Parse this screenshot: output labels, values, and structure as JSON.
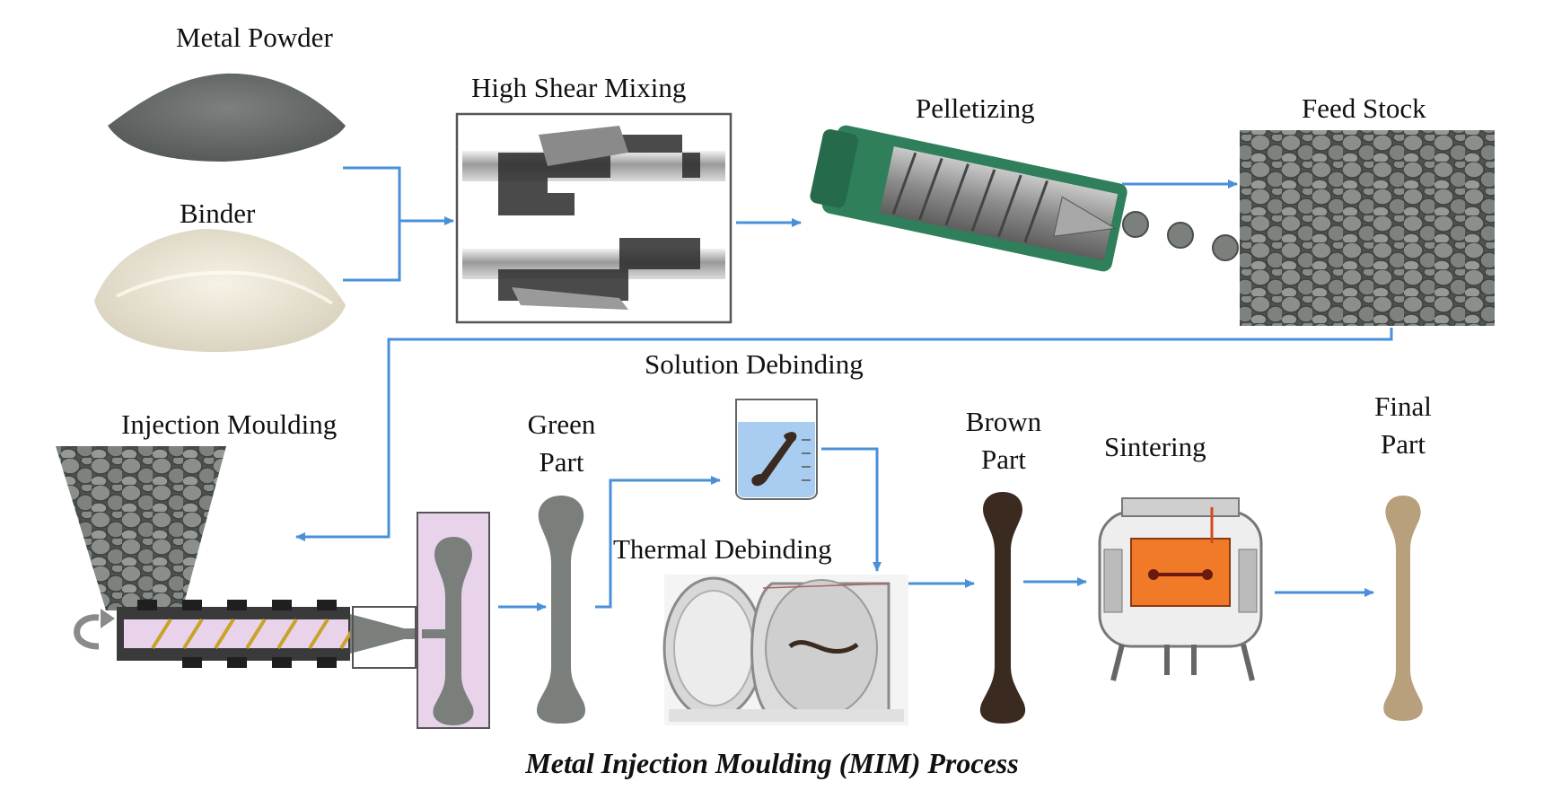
{
  "labels": {
    "metal_powder": "Metal Powder",
    "binder": "Binder",
    "high_shear_mixing": "High  Shear Mixing",
    "pelletizing": "Pelletizing",
    "feed_stock": "Feed Stock",
    "injection_moulding": "Injection Moulding",
    "green_part": [
      "Green",
      "Part"
    ],
    "solution_debinding": "Solution Debinding",
    "thermal_debinding": "Thermal Debinding",
    "brown_part": [
      "Brown",
      "Part"
    ],
    "sintering": "Sintering",
    "final_part": [
      "Final",
      "Part"
    ]
  },
  "title": "Metal Injection Moulding (MIM) Process",
  "colors": {
    "arrow": "#4a90d9",
    "metal_powder": "#6e7270",
    "binder": "#e9e4d6",
    "pellet": "#7b807c",
    "pelletizer_housing": "#2f7f5a",
    "mould": "#e8d3ea",
    "screw_flight": "#c9a227",
    "green_part": "#7a7f7b",
    "brown_part": "#3a2a20",
    "final_part": "#b8a07c",
    "sintering_chamber": "#f07a28",
    "solution_liquid": "#a9cdf0"
  },
  "icons": [
    "rotation-arrow-icon"
  ]
}
